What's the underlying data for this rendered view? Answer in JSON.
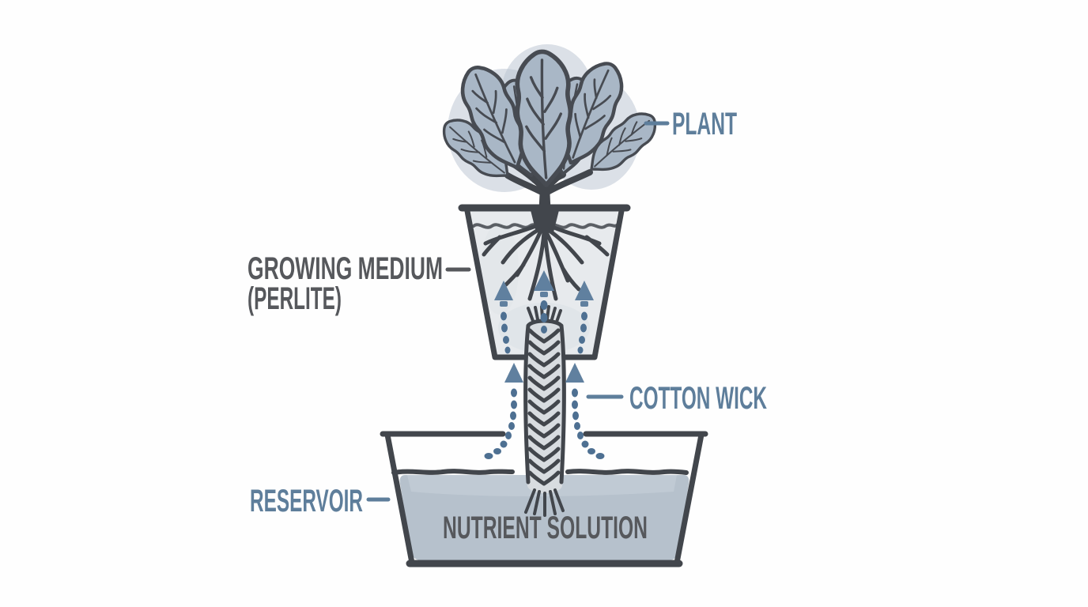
{
  "diagram": {
    "labels": {
      "plant": "PLANT",
      "growing_medium_line1": "GROWING MEDIUM",
      "growing_medium_line2": "(PERLITE)",
      "cotton_wick": "COTTON WICK",
      "reservoir": "RESERVOIR",
      "nutrient_solution": "NUTRIENT SOLUTION"
    },
    "colors": {
      "label_blue": "#5e7e9b",
      "label_dark": "#56585c",
      "ink_outline": "#42464c",
      "leaf_fill": "#a9b7c6",
      "medium_fill": "#e7eaed",
      "wick_fill": "#d8dce0",
      "water_fill": "#b6c1cc",
      "arrow_blue": "#60809f",
      "dot_blue": "#4e7092",
      "background": "#fefefe"
    }
  }
}
